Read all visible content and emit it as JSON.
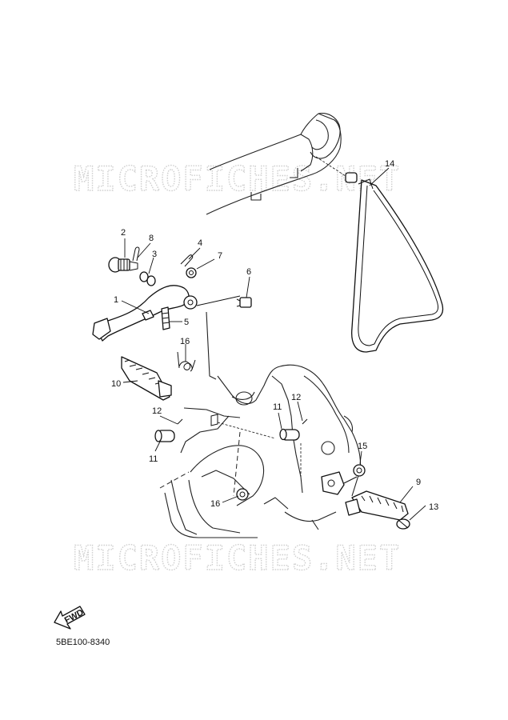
{
  "watermark": "MICROFICHES.NET",
  "fwd_label": "FWD",
  "ref_code": "5BE100-8340",
  "callouts": [
    {
      "id": "c1",
      "text": "1"
    },
    {
      "id": "c2",
      "text": "2"
    },
    {
      "id": "c3",
      "text": "3"
    },
    {
      "id": "c4",
      "text": "4"
    },
    {
      "id": "c5",
      "text": "5"
    },
    {
      "id": "c6",
      "text": "6"
    },
    {
      "id": "c7",
      "text": "7"
    },
    {
      "id": "c8",
      "text": "8"
    },
    {
      "id": "c9",
      "text": "9"
    },
    {
      "id": "c10",
      "text": "10"
    },
    {
      "id": "c11a",
      "text": "11"
    },
    {
      "id": "c11b",
      "text": "11"
    },
    {
      "id": "c12a",
      "text": "12"
    },
    {
      "id": "c12b",
      "text": "12"
    },
    {
      "id": "c13",
      "text": "13"
    },
    {
      "id": "c14",
      "text": "14"
    },
    {
      "id": "c15",
      "text": "15"
    },
    {
      "id": "c16a",
      "text": "16"
    },
    {
      "id": "c16b",
      "text": "16"
    }
  ]
}
